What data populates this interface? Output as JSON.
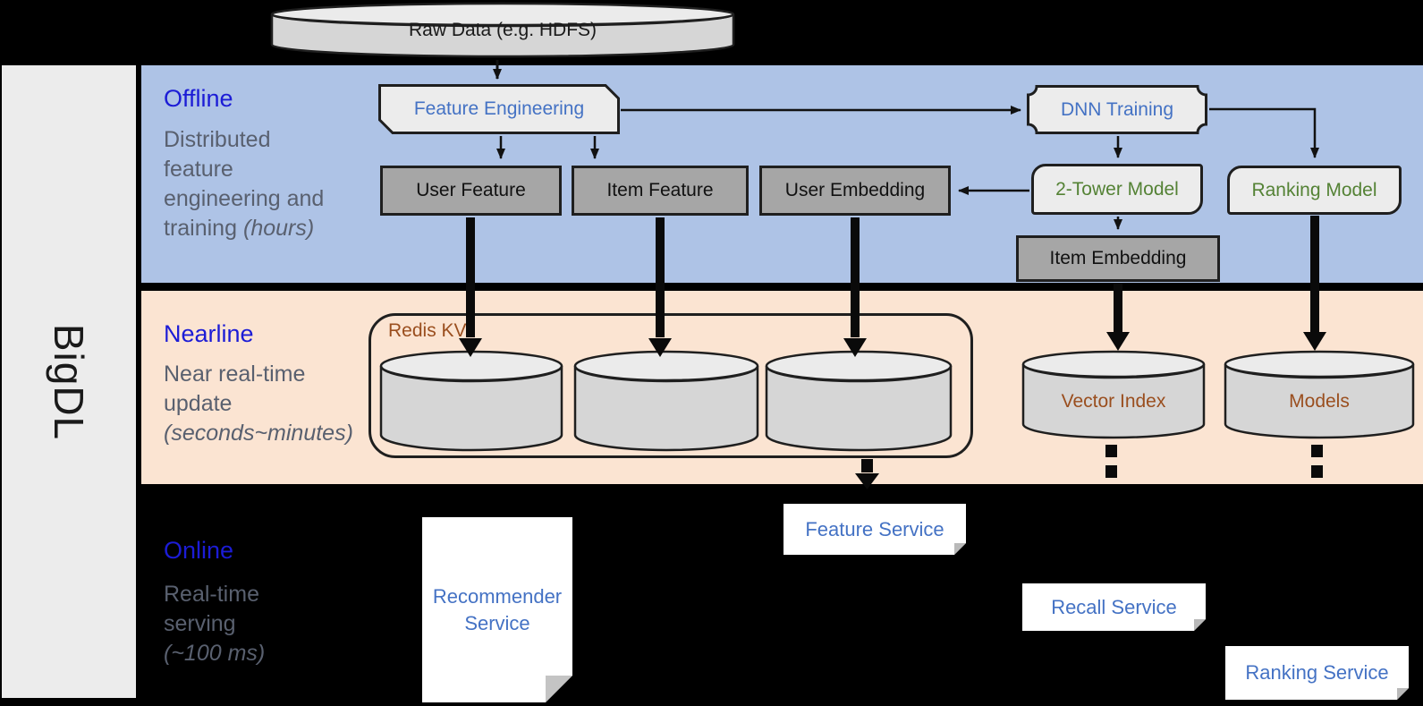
{
  "brand": {
    "label": "BigDL"
  },
  "raw_data_label": "Raw Data (e.g. HDFS)",
  "sections": {
    "offline": {
      "title": "Offline",
      "lines": [
        "Distributed",
        "feature",
        "engineering and"
      ],
      "tail": "training",
      "tail_italic": "(hours)"
    },
    "nearline": {
      "title": "Nearline",
      "lines": [
        "Near real-time",
        "update"
      ],
      "tail_italic": "(seconds~minutes)"
    },
    "online": {
      "title": "Online",
      "lines": [
        "Real-time",
        "serving"
      ],
      "tail_italic": "(~100 ms)"
    }
  },
  "offline_boxes": {
    "feature_engineering": "Feature Engineering",
    "dnn_training": "DNN Training",
    "user_feature": "User Feature",
    "item_feature": "Item Feature",
    "user_embedding": "User Embedding",
    "two_tower_model": "2-Tower Model",
    "ranking_model": "Ranking Model",
    "item_embedding": "Item Embedding"
  },
  "nearline_items": {
    "redis_kv": "Redis KV",
    "vector_index": "Vector Index",
    "models": "Models"
  },
  "online_services": {
    "recommender": "Recommender Service",
    "feature": "Feature Service",
    "recall": "Recall Service",
    "ranking": "Ranking Service"
  },
  "colors": {
    "offline_band": "#aec3e6",
    "nearline_band": "#fbe4d2",
    "online_background": "#000000",
    "section_title_blue": "#1c1cd6",
    "section_body_gray": "#59606f",
    "box_text_blue": "#4472c4",
    "model_text_green": "#548235",
    "storage_text_brown": "#9a4e1e",
    "gray_box_fill": "#a6a6a6",
    "light_shape_fill": "#ececec"
  }
}
